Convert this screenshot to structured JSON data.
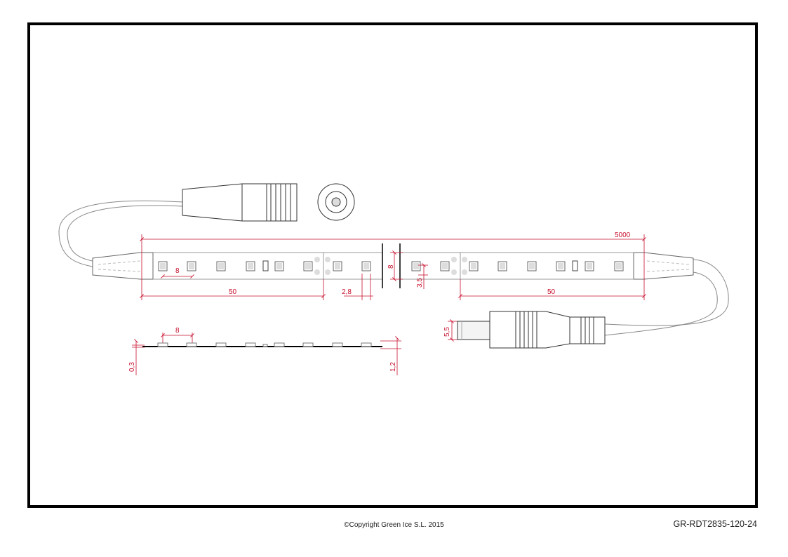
{
  "drawing": {
    "dimensions": {
      "total_length": "5000",
      "led_pitch_left": "8",
      "segment_left": "50",
      "cut_gap": "2,8",
      "strip_width": "8",
      "pad_offset": "3,5",
      "segment_right": "50",
      "plug_diameter": "5,5",
      "side_pitch": "8",
      "thickness": "0,3",
      "height": "1,2"
    },
    "colors": {
      "line": "#000000",
      "dimension": "#c8102e",
      "cable": "#888888"
    }
  },
  "footer": {
    "copyright": "©Copyright Green Ice S.L. 2015",
    "reference": "GR-RDT2835-120-24"
  }
}
